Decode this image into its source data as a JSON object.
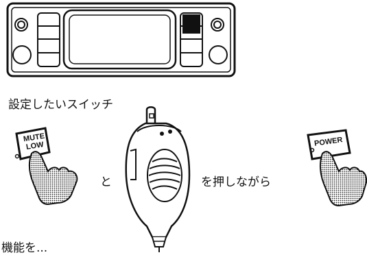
{
  "caption_top": "設定したいスイッチ",
  "connector_to": "と",
  "while_pressing": "を押しながら",
  "bottom_partial": "機能を...",
  "keys": {
    "mute_label": "MUTE",
    "low_label": "LOW",
    "power_label": "POWER"
  },
  "icons": {
    "radio": "radio-front-panel-icon",
    "microphone": "handheld-microphone-icon",
    "hand": "pointing-hand-icon"
  },
  "colors": {
    "ink": "#111111",
    "paper": "#ffffff",
    "dot": "#555555"
  }
}
